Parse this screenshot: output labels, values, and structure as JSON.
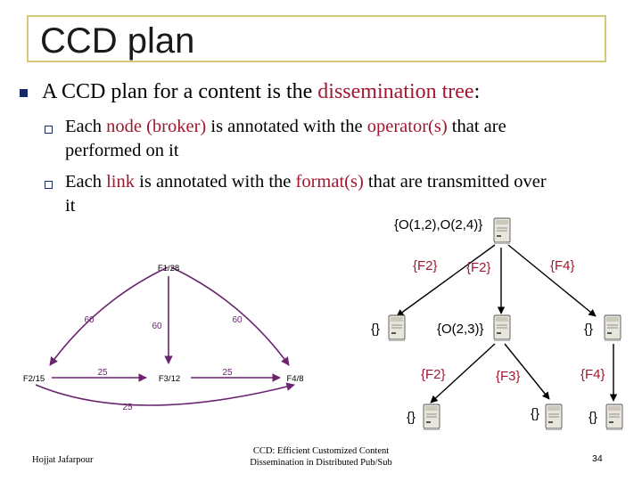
{
  "slide": {
    "title": "CCD plan",
    "bullet": {
      "lead": "A CCD plan for a content is the ",
      "term": "dissemination tree",
      "colon": ":"
    },
    "sub1": {
      "a": "Each ",
      "b": "node (broker)",
      "c": " is annotated with the ",
      "d": "operator(s)",
      "e": " that are",
      "line2": "performed on it"
    },
    "sub2": {
      "a": "Each ",
      "b": "link",
      "c": " is annotated with the ",
      "d": "format(s)",
      "e": " that are transmitted over",
      "line2": "it"
    }
  },
  "graph": {
    "nodes": {
      "n1": "F1/28",
      "n2": "F2/15",
      "n3": "F3/12",
      "n4": "F4/8"
    },
    "edge_labels": {
      "e12": "60",
      "e13": "60",
      "e14": "60",
      "e23": "25",
      "e34": "25",
      "e24": "25"
    }
  },
  "tree": {
    "root": "{O(1,2),O(2,4)}",
    "edges": {
      "left": "{F2}",
      "mid": "{F2}",
      "right": "{F4}",
      "mid_left": "{F2}",
      "mid_mid": "{F3}",
      "right_down": "{F4}"
    },
    "nodes": {
      "left": "{}",
      "mid": "{O(2,3)}",
      "right": "{}",
      "bl": "{}",
      "bm": "{}",
      "br": "{}"
    }
  },
  "footer": {
    "author": "Hojjat Jafarpour",
    "center_line1": "CCD: Efficient Customized Content",
    "center_line2": "Dissemination in Distributed Pub/Sub",
    "page": "34"
  },
  "colors": {
    "accent_red": "#a0172f",
    "graph_purple": "#6a2470",
    "bullet_navy": "#162a68",
    "frame_gold": "#d4c97a"
  },
  "icons": {
    "server": "server-icon",
    "bullet": "square-bullet-icon",
    "sub_bullet": "hollow-square-bullet-icon"
  }
}
